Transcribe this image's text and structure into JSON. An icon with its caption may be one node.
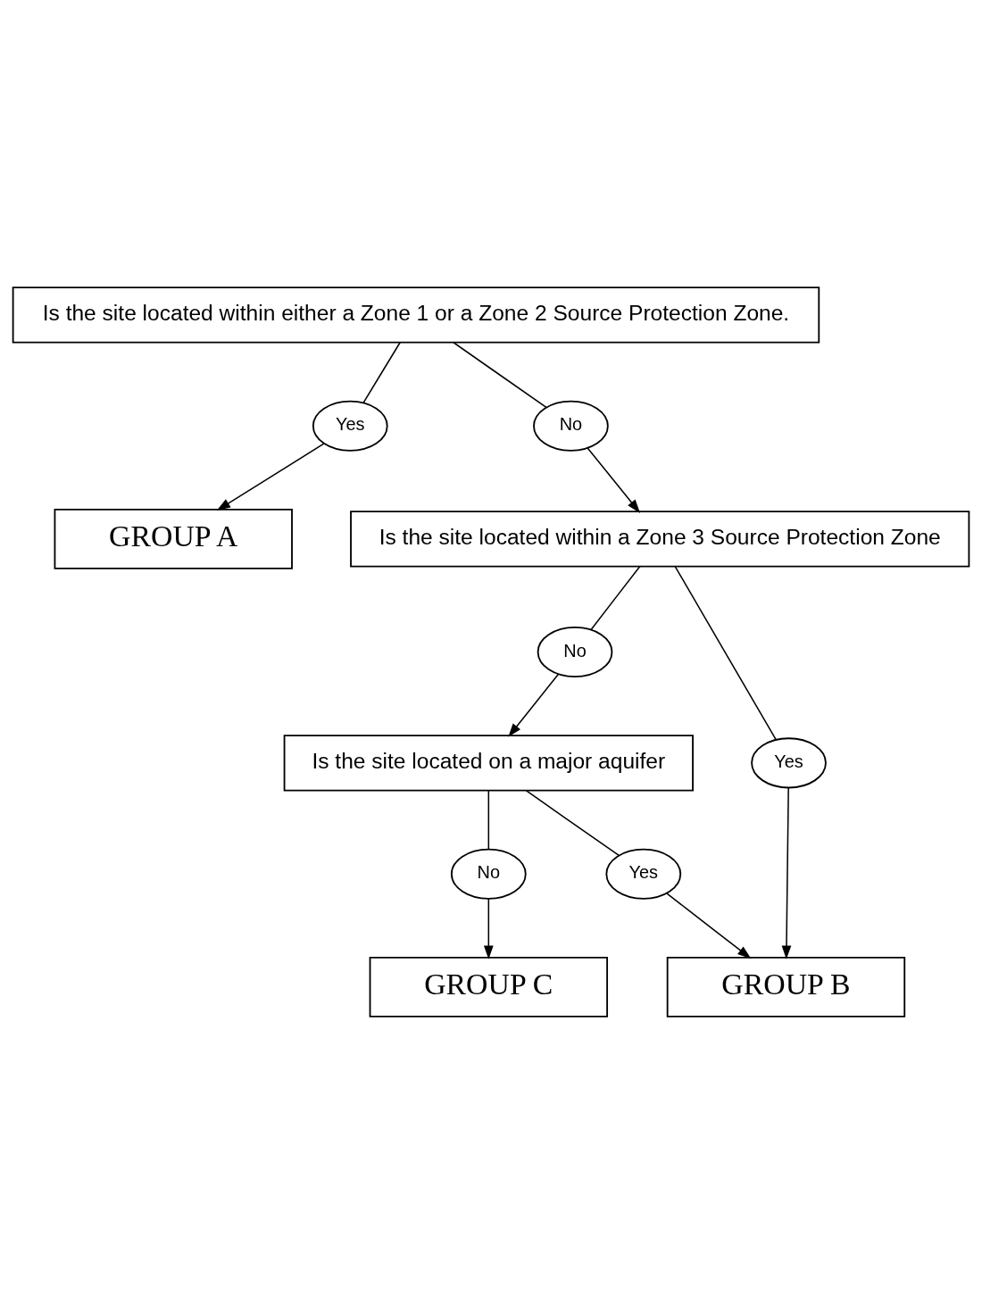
{
  "diagram": {
    "nodes": [
      {
        "text": [
          "Is the site located within either a Zone 1 or a Zone 2 Source Protection Zone."
        ]
      },
      {
        "text": [
          "Yes"
        ]
      },
      {
        "text": [
          "No"
        ]
      },
      {
        "text": [
          "GROUP A"
        ]
      },
      {
        "text": [
          "Is the site located within a Zone 3 Source Protection Zone"
        ]
      },
      {
        "text": [
          "No"
        ]
      },
      {
        "text": [
          "Yes"
        ]
      },
      {
        "text": [
          "Is the site located on a major aquifer"
        ]
      },
      {
        "text": [
          "Yes"
        ]
      },
      {
        "text": [
          "No"
        ]
      },
      {
        "text": [
          "GROUP B"
        ]
      },
      {
        "text": [
          "GROUP C"
        ]
      }
    ],
    "edges": [
      {
        "from": 0,
        "to": 1,
        "arrow": "none"
      },
      {
        "from": 0,
        "to": 2,
        "arrow": "none"
      },
      {
        "from": 1,
        "to": 3,
        "arrow": "to"
      },
      {
        "from": 2,
        "to": 4,
        "arrow": "to"
      },
      {
        "from": 4,
        "to": 5,
        "arrow": "none"
      },
      {
        "from": 5,
        "to": 7,
        "arrow": "to"
      },
      {
        "from": 4,
        "to": 6,
        "arrow": "none"
      },
      {
        "from": 6,
        "to": 10,
        "arrow": "to"
      },
      {
        "from": 7,
        "to": 8,
        "arrow": "none"
      },
      {
        "from": 8,
        "to": 10,
        "arrow": "to"
      },
      {
        "from": 7,
        "to": 9,
        "arrow": "none"
      },
      {
        "from": 9,
        "to": 11,
        "arrow": "to"
      }
    ]
  }
}
